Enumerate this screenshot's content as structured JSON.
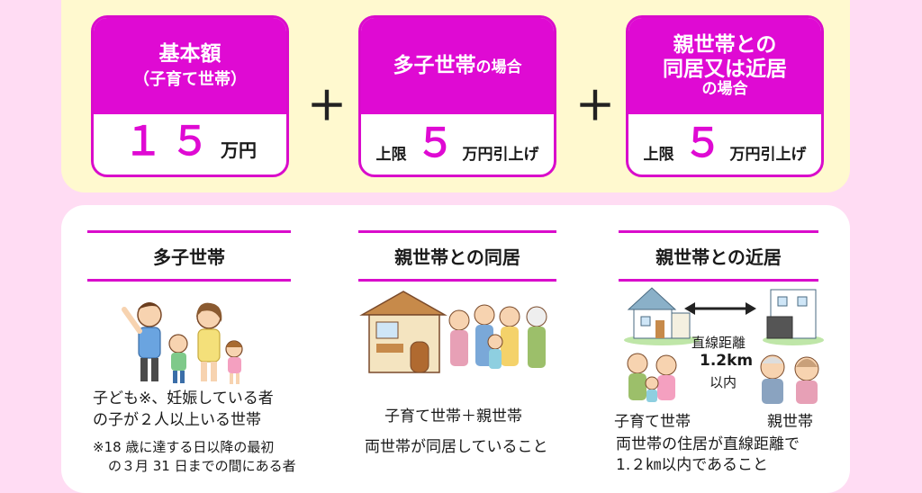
{
  "cards": [
    {
      "title_line1": "基本額",
      "title_line2": "（子育て世帯）",
      "amount": "１５",
      "unit": "万円"
    },
    {
      "title_main": "多子世帯",
      "title_suffix": "の場合",
      "prefix": "上限",
      "amount": "５",
      "unit": "万円引上げ"
    },
    {
      "title_line1": "親世帯との",
      "title_line2": "同居又は近居",
      "title_line3": "の場合",
      "prefix": "上限",
      "amount": "５",
      "unit": "万円引上げ"
    }
  ],
  "plus_sign": "＋",
  "sections": [
    {
      "title": "多子世帯",
      "desc_line1": "子ども※、妊娠している者",
      "desc_line2": "の子が２人以上いる世帯",
      "note_line1": "※18 歳に達する日以降の最初",
      "note_line2": "の３月 31 日までの間にある者"
    },
    {
      "title": "親世帯との同居",
      "label": "子育て世帯＋親世帯",
      "desc": "両世帯が同居していること"
    },
    {
      "title": "親世帯との近居",
      "distance_label": "直線距離",
      "distance_value": "1.2km",
      "distance_suffix": "以内",
      "left_label": "子育て世帯",
      "right_label": "親世帯",
      "desc_line1": "両世帯の住居が直線距離で",
      "desc_line2": "1.２㎞以内であること"
    }
  ],
  "colors": {
    "accent": "#df0ad3",
    "page_bg": "#ffdcf3",
    "top_panel": "#fff9cf"
  }
}
